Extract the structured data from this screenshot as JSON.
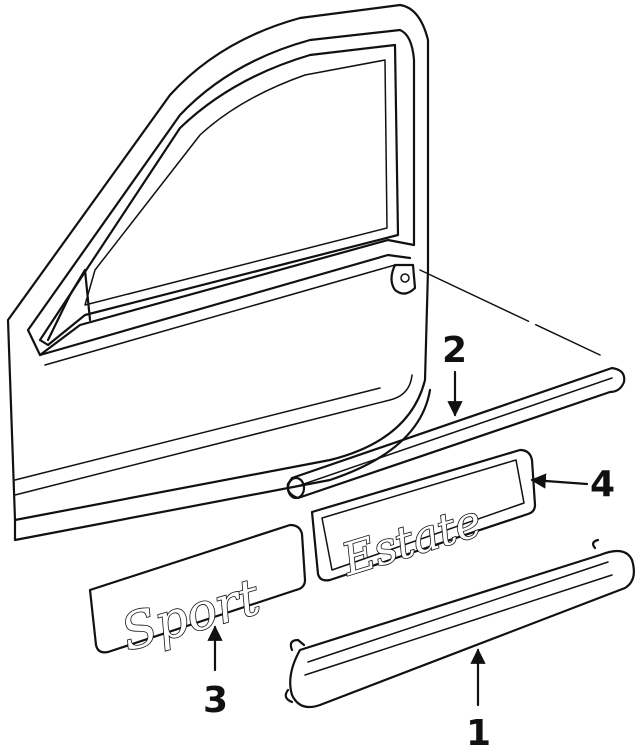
{
  "callouts": [
    {
      "id": "1",
      "label": "1"
    },
    {
      "id": "2",
      "label": "2"
    },
    {
      "id": "3",
      "label": "3"
    },
    {
      "id": "4",
      "label": "4"
    }
  ],
  "badges": {
    "sport": "Sport",
    "estate": "Estate"
  }
}
